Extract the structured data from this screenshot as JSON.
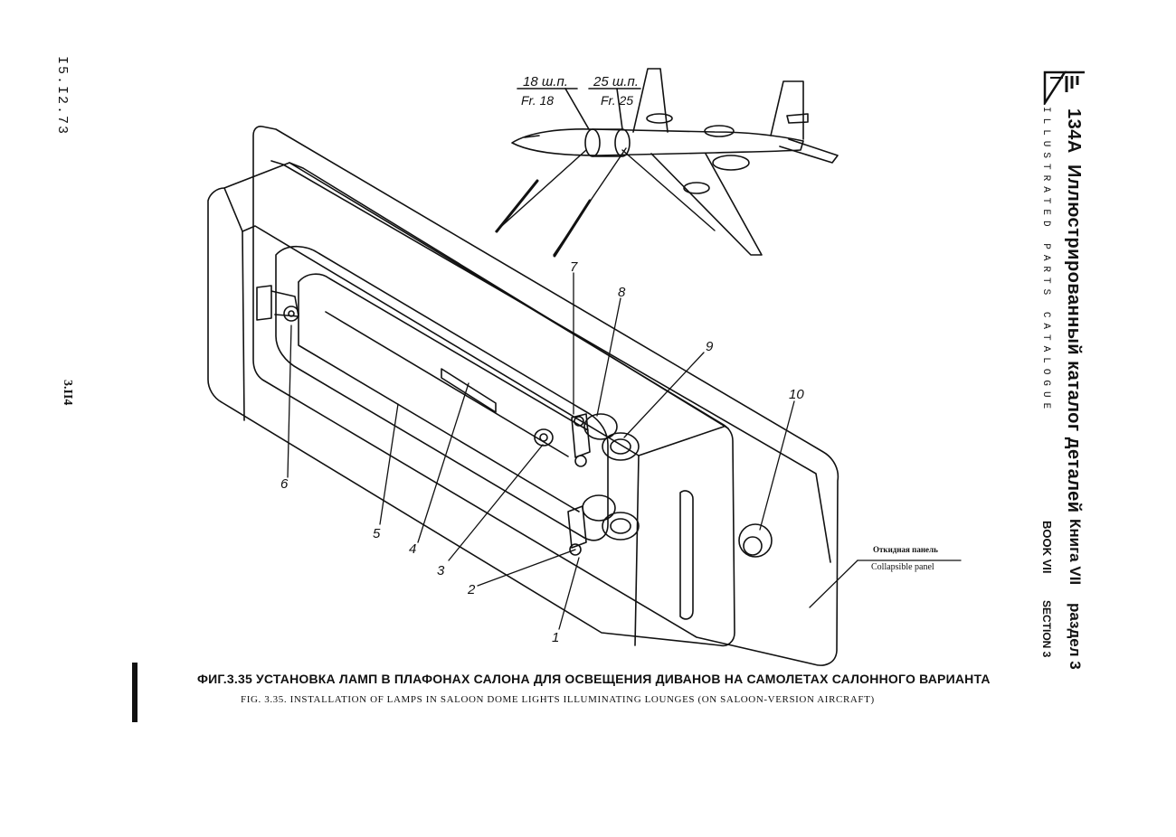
{
  "margin": {
    "date": "I5.I2.73",
    "page_number": "3.II4"
  },
  "header": {
    "model": "134А",
    "title_ru": "Иллюстрированный каталог деталей",
    "title_en": "ILLUSTRATED PARTS CATALOGUE",
    "book_ru": "Книга VII",
    "book_en": "BOOK VII",
    "section_ru": "раздел 3",
    "section_en": "SECTION 3"
  },
  "figure": {
    "caption_ru": "ФИГ.3.35  УСТАНОВКА ЛАМП  В ПЛАФОНАХ  САЛОНА  ДЛЯ ОСВЕЩЕНИЯ  ДИВАНОВ НА САМОЛЕТАХ САЛОННОГО ВАРИАНТА",
    "caption_en": "FIG. 3.35. INSTALLATION OF LAMPS IN SALOON DOME LIGHTS ILLUMINATING LOUNGES (ON SALOON-VERSION AIRCRAFT)",
    "frame_labels": {
      "frame_18_ru": "18 ш.п.",
      "frame_18_en": "Fr. 18",
      "frame_25_ru": "25 ш.п.",
      "frame_25_en": "Fr. 25"
    },
    "panel_label_ru": "Откидная панель",
    "panel_label_en": "Collapsible panel",
    "callouts": [
      "1",
      "2",
      "3",
      "4",
      "5",
      "6",
      "7",
      "8",
      "9",
      "10"
    ]
  },
  "icons": [
    "tu-logo-icon"
  ]
}
